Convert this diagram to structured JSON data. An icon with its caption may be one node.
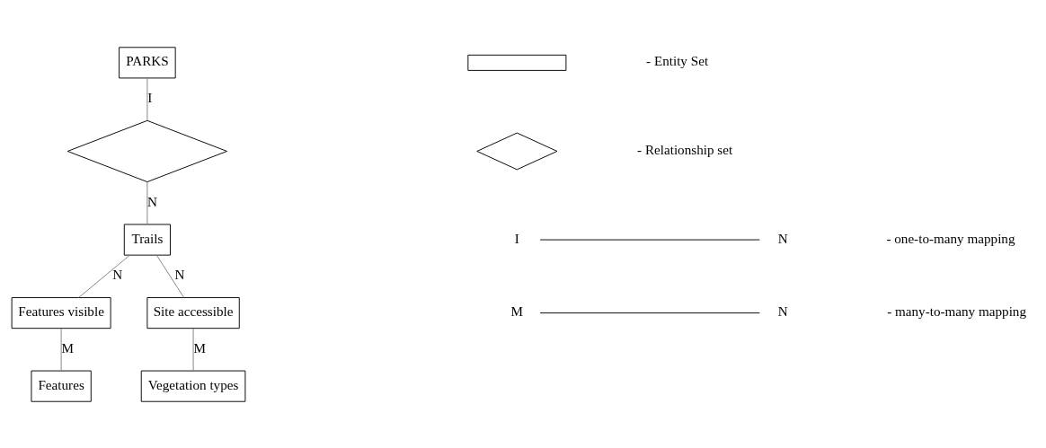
{
  "diagram": {
    "nodes": [
      {
        "text": [
          "PARKS"
        ]
      },
      {
        "text": [],
        "shape": "diamond"
      },
      {
        "text": [
          "Trails"
        ]
      },
      {
        "text": [
          "Features visible"
        ]
      },
      {
        "text": [
          "Site accessible"
        ]
      },
      {
        "text": [
          "Features"
        ]
      },
      {
        "text": [
          "Vegetation types"
        ]
      },
      {
        "text": [],
        "shape": "box"
      },
      {
        "text": [],
        "shape": "diamond"
      }
    ],
    "edges": [
      {
        "from": 0,
        "to": 1,
        "arrow": "none",
        "label": "I"
      },
      {
        "from": 1,
        "to": 2,
        "arrow": "none",
        "label": "N"
      },
      {
        "from": 2,
        "to": 3,
        "arrow": "none",
        "label": "N"
      },
      {
        "from": 2,
        "to": 4,
        "arrow": "none",
        "label": "N"
      },
      {
        "from": 3,
        "to": 5,
        "arrow": "none",
        "label": "M"
      },
      {
        "from": 4,
        "to": 6,
        "arrow": "none",
        "label": "M"
      }
    ],
    "labels": [
      "I",
      "N",
      "M",
      "N"
    ],
    "legend": [
      {
        "text": "- Entity Set"
      },
      {
        "text": "- Relationship set"
      },
      {
        "text": "- one-to-many mapping"
      },
      {
        "text": "- many-to-many mapping"
      }
    ]
  }
}
